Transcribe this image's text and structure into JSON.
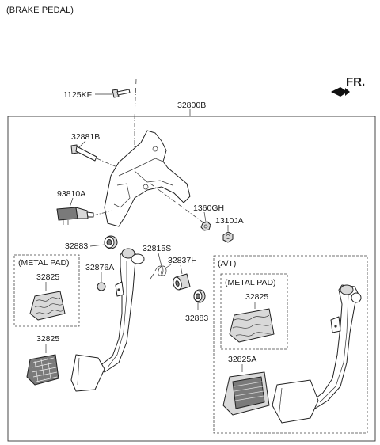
{
  "title": "(BRAKE PEDAL)",
  "direction": {
    "label": "FR."
  },
  "labels": {
    "bolt_top": "1125KF",
    "assembly": "32800B",
    "bolt": "32881B",
    "switch": "93810A",
    "nut_1": "1360GH",
    "nut_2": "1310JA",
    "bushing_left": "32883",
    "spring": "32815S",
    "stopper": "32876A",
    "sleeve": "32837H",
    "bushing_right": "32883",
    "pad_metal_left": "32825",
    "pad_left": "32825",
    "pad_metal_at": "32825",
    "pad_at": "32825A"
  },
  "boxes": {
    "metal_pad_left": "(METAL PAD)",
    "at": "(A/T)",
    "metal_pad_at": "(METAL PAD)"
  }
}
